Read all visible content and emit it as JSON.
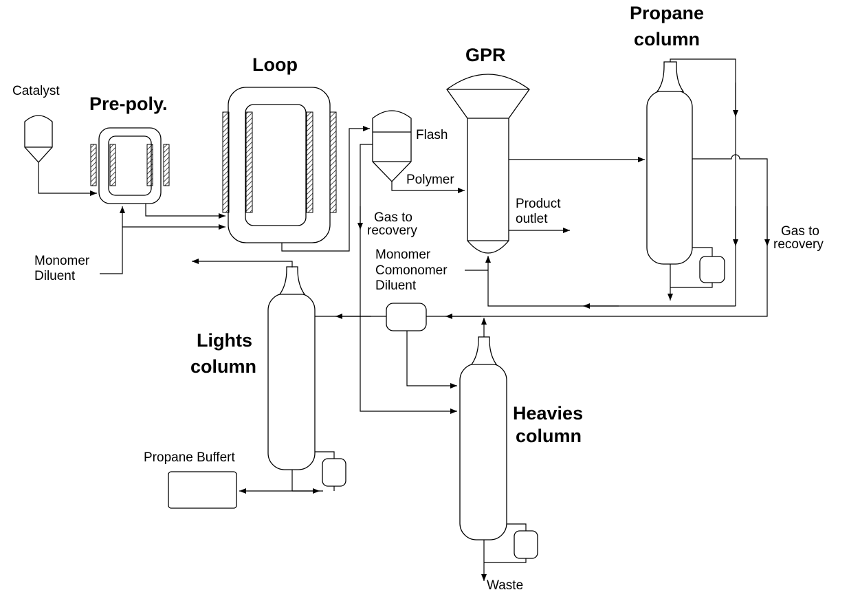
{
  "titles": {
    "pre_poly": "Pre-poly.",
    "loop": "Loop",
    "gpr": "GPR",
    "propane_column_1": "Propane",
    "propane_column_2": "column",
    "lights_column_1": "Lights",
    "lights_column_2": "column",
    "heavies_column_1": "Heavies",
    "heavies_column_2": "column"
  },
  "labels": {
    "catalyst": "Catalyst",
    "flash": "Flash",
    "polymer": "Polymer",
    "gas_to_recovery_mid_1": "Gas to",
    "gas_to_recovery_mid_2": "recovery",
    "product_outlet_1": "Product",
    "product_outlet_2": "outlet",
    "gas_to_recovery_right_1": "Gas to",
    "gas_to_recovery_right_2": "recovery",
    "monomer_left_1": "Monomer",
    "monomer_left_2": "Diluent",
    "monomer_mid_1": "Monomer",
    "monomer_mid_2": "Comonomer",
    "monomer_mid_3": "Diluent",
    "propane_buffert": "Propane Buffert",
    "waste": "Waste"
  }
}
